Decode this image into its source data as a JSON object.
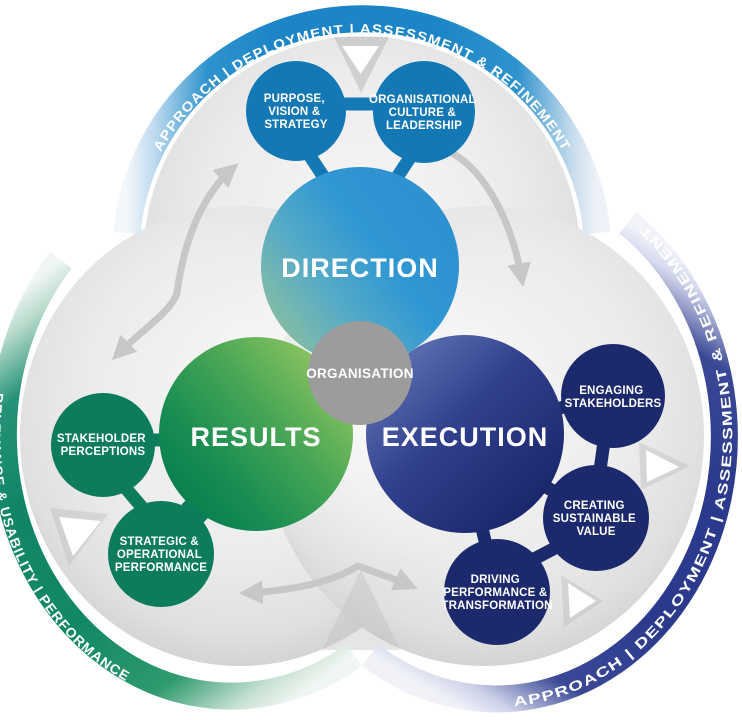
{
  "colors": {
    "ring_blue": "#1c85c7",
    "ring_green": "#108667",
    "ring_navy": "#2b3a8c",
    "satellite_blue": "#1478b5",
    "satellite_green": "#0c7c5c",
    "satellite_navy": "#1c2a6d",
    "organisation_gray": "#9c9c9c",
    "arrow_gray": "#c7c7c7",
    "triangle_white": "#ffffff"
  },
  "ring": {
    "top_label": "APPROACH | DEPLOYMENT | ASSESSMENT & REFINEMENT",
    "left_label": "RELEVANCE & USABILITY | PERFORMANCE",
    "right_label": "APPROACH | DEPLOYMENT | ASSESSMENT & REFINEMENT"
  },
  "core": {
    "direction": {
      "label": "DIRECTION"
    },
    "results": {
      "label": "RESULTS"
    },
    "execution": {
      "label": "EXECUTION"
    },
    "organisation": {
      "label": "ORGANISATION"
    }
  },
  "satellites": {
    "purpose": {
      "lines": [
        "PURPOSE,",
        "VISION &",
        "STRATEGY"
      ]
    },
    "culture": {
      "lines": [
        "ORGANISATIONAL",
        "CULTURE &",
        "LEADERSHIP"
      ]
    },
    "engaging": {
      "lines": [
        "ENGAGING",
        "STAKEHOLDERS"
      ]
    },
    "creating": {
      "lines": [
        "CREATING",
        "SUSTAINABLE",
        "VALUE"
      ]
    },
    "driving": {
      "lines": [
        "DRIVING",
        "PERFORMANCE &",
        "TRANSFORMATION"
      ]
    },
    "stakeholder": {
      "lines": [
        "STAKEHOLDER",
        "PERCEPTIONS"
      ]
    },
    "strategic": {
      "lines": [
        "STRATEGIC &",
        "OPERATIONAL",
        "PERFORMANCE"
      ]
    }
  }
}
